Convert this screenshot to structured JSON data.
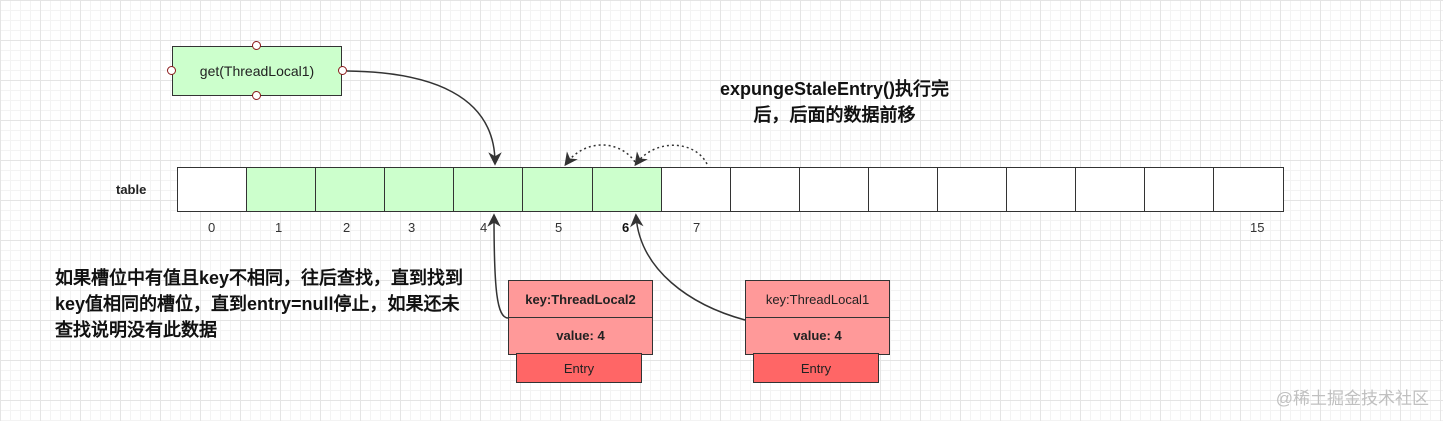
{
  "get_node": {
    "label": "get(ThreadLocal1)"
  },
  "table": {
    "label": "table",
    "cells": [
      false,
      true,
      true,
      true,
      true,
      true,
      true,
      false,
      false,
      false,
      false,
      false,
      false,
      false,
      false,
      false
    ],
    "indices": [
      {
        "text": "0",
        "bold": false
      },
      {
        "text": "1",
        "bold": false
      },
      {
        "text": "2",
        "bold": false
      },
      {
        "text": "3",
        "bold": false
      },
      {
        "text": "4",
        "bold": false
      },
      {
        "text": "5",
        "bold": false
      },
      {
        "text": "6",
        "bold": true
      },
      {
        "text": "7",
        "bold": false
      },
      {
        "text": "15",
        "bold": false
      }
    ]
  },
  "notes": {
    "expunge_line1": "expungeStaleEntry()执行完",
    "expunge_line2": "后，后面的数据前移",
    "lookup": "如果槽位中有值且key不相同，往后查找，直到找到key值相同的槽位，直到entry=null停止，如果还未查找说明没有此数据"
  },
  "entries": [
    {
      "key": "key:ThreadLocal2",
      "key_bold": true,
      "value": "value: 4",
      "footer": "Entry"
    },
    {
      "key": "key:ThreadLocal1",
      "key_bold": false,
      "value": "value: 4",
      "footer": "Entry"
    }
  ],
  "watermark": "@稀土掘金技术社区",
  "colors": {
    "filled_cell": "#ccffcc",
    "entry_row": "#ff9999",
    "entry_footer": "#ff6666",
    "handle": "#8b1a1a"
  }
}
